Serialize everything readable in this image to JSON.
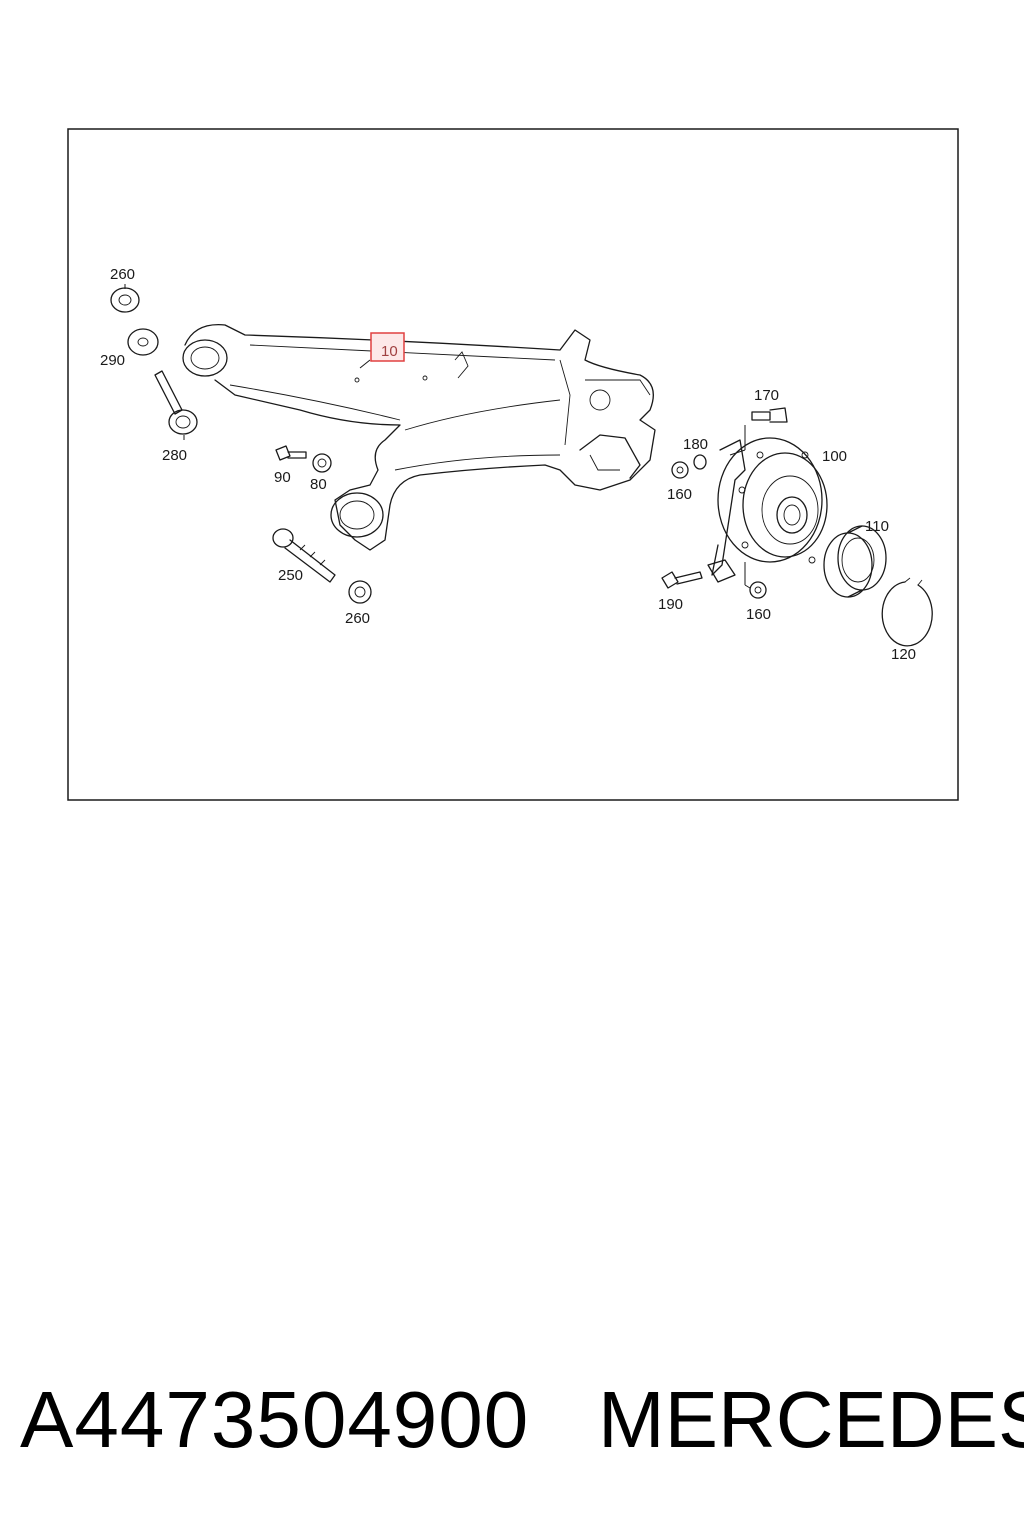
{
  "diagram": {
    "callouts": {
      "c10": "10",
      "c80": "80",
      "c90": "90",
      "c100": "100",
      "c110": "110",
      "c120": "120",
      "c160a": "160",
      "c160b": "160",
      "c170": "170",
      "c180": "180",
      "c190": "190",
      "c250": "250",
      "c260a": "260",
      "c260b": "260",
      "c280": "280",
      "c290": "290"
    },
    "highlight_color": "#e04040"
  },
  "footer": {
    "part_number": "A4473504900",
    "brand": "MERCEDES"
  }
}
